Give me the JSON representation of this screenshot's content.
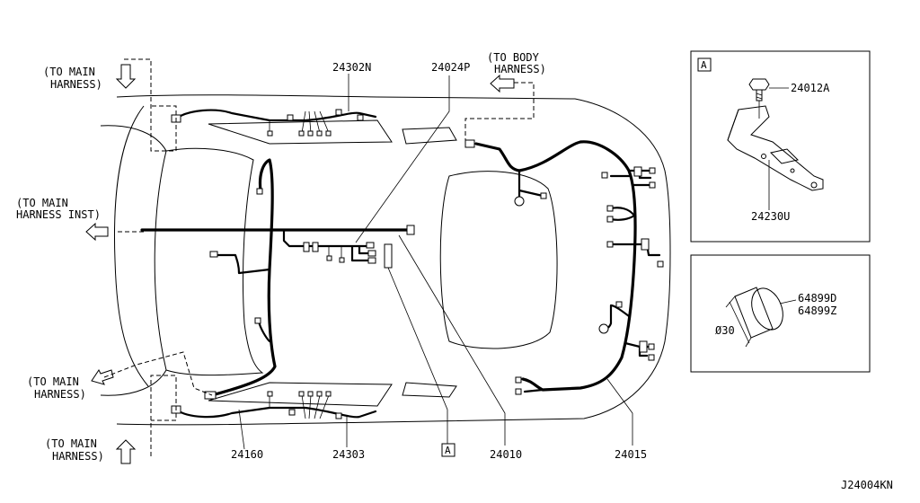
{
  "diagram": {
    "code": "J24004KN",
    "part_labels": {
      "p24302N": "24302N",
      "p24024P": "24024P",
      "p24160": "24160",
      "p24303": "24303",
      "p24010": "24010",
      "p24015": "24015",
      "p24012A": "24012A",
      "p24230U": "24230U",
      "p64899D": "64899D",
      "p64899Z": "64899Z"
    },
    "callouts": {
      "to_main_harness_top_1": "(TO MAIN",
      "to_main_harness_top_2": "HARNESS)",
      "to_body_harness_1": "(TO BODY",
      "to_body_harness_2": "HARNESS)",
      "to_main_harness_inst_1": "(TO MAIN",
      "to_main_harness_inst_2": "HARNESS INST)",
      "to_main_harness_mid_1": "(TO MAIN",
      "to_main_harness_mid_2": "HARNESS)",
      "to_main_harness_bot_1": "(TO MAIN",
      "to_main_harness_bot_2": "HARNESS)"
    },
    "detail_a_tag": "A",
    "detail_a_ref": "A",
    "diameter_label": "Ø30"
  }
}
